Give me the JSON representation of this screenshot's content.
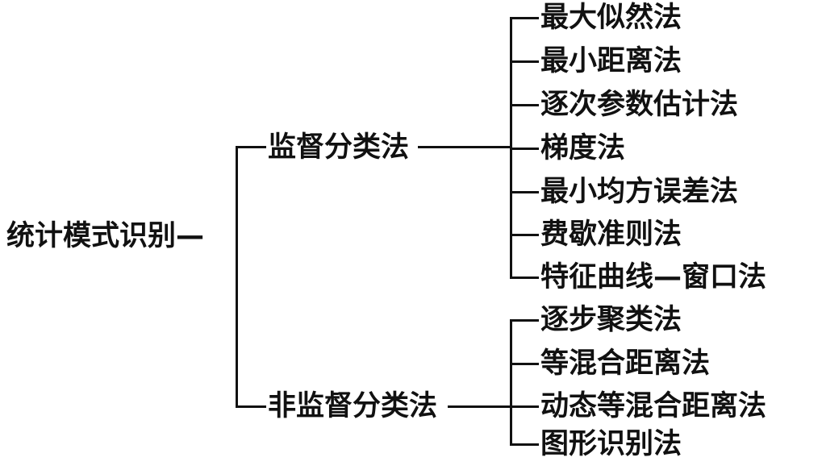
{
  "root": "统计模式识别—",
  "branches": [
    {
      "label": "监督分类法",
      "children": [
        "最大似然法",
        "最小距离法",
        "逐次参数估计法",
        "梯度法",
        "最小均方误差法",
        "费歇准则法",
        "特征曲线—窗口法"
      ]
    },
    {
      "label": "非监督分类法",
      "children": [
        "逐步聚类法",
        "等混合距离法",
        "动态等混合距离法",
        "图形识别法"
      ]
    }
  ]
}
